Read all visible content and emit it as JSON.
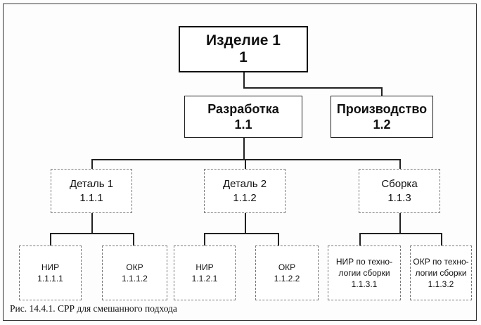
{
  "root": {
    "title": "Изделие 1",
    "code": "1"
  },
  "level1": [
    {
      "title": "Разработка",
      "code": "1.1"
    },
    {
      "title": "Производство",
      "code": "1.2"
    }
  ],
  "level2": [
    {
      "title": "Деталь 1",
      "code": "1.1.1"
    },
    {
      "title": "Деталь 2",
      "code": "1.1.2"
    },
    {
      "title": "Сборка",
      "code": "1.1.3"
    }
  ],
  "level3": [
    {
      "title": "НИР",
      "code": "1.1.1.1"
    },
    {
      "title": "ОКР",
      "code": "1.1.1.2"
    },
    {
      "title": "НИР",
      "code": "1.1.2.1"
    },
    {
      "title": "ОКР",
      "code": "1.1.2.2"
    },
    {
      "title": "НИР по техно-",
      "title2": "логии сборки",
      "code": "1.1.3.1"
    },
    {
      "title": "ОКР по техно-",
      "title2": "логии сборки",
      "code": "1.1.3.2"
    }
  ],
  "caption": "Рис. 14.4.1. СРР для смешанного подхода"
}
